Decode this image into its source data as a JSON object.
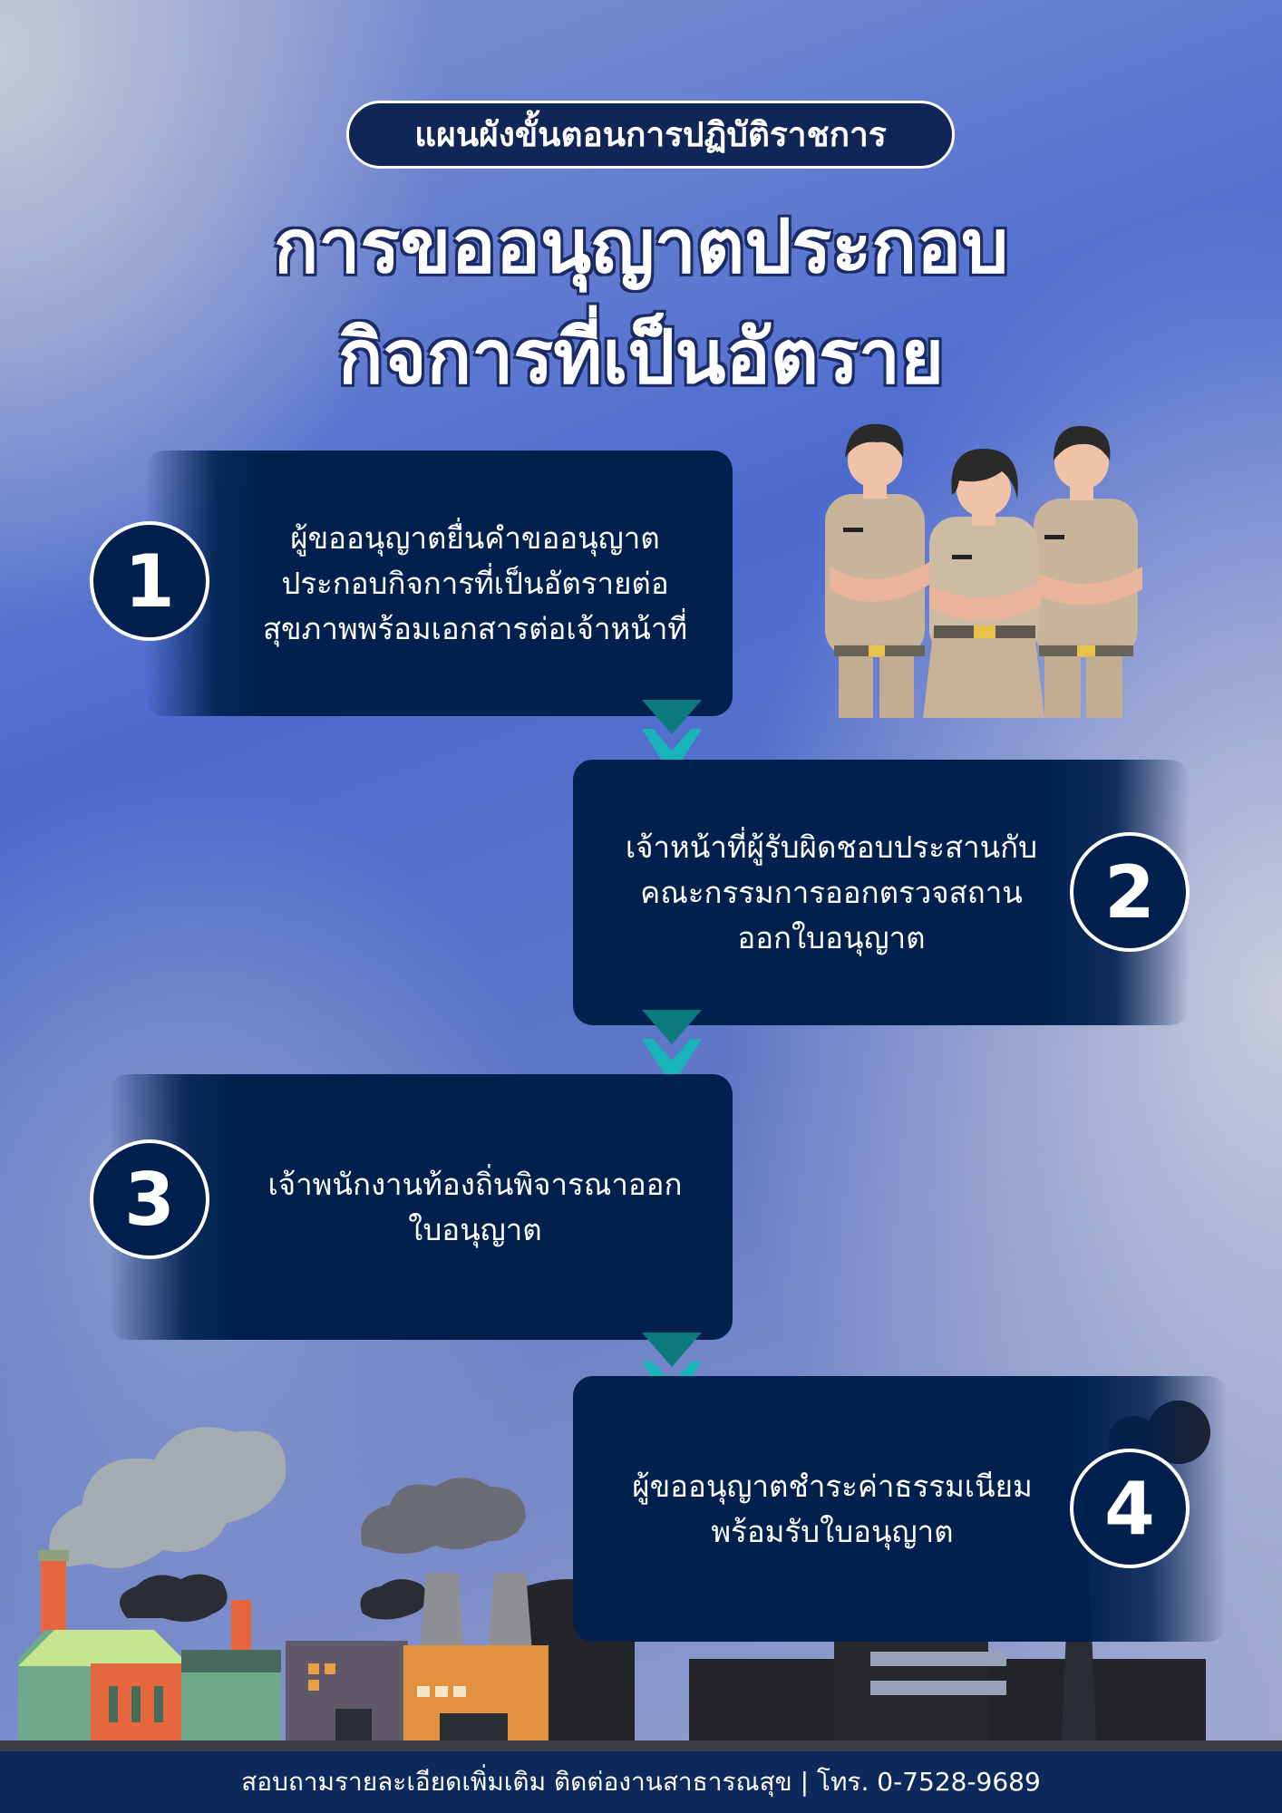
{
  "header": {
    "subtitle": "แผนผังขั้นตอนการปฏิบัติราชการ",
    "title_line1": "การขออนุญาตประกอบ",
    "title_line2": "กิจการที่เป็นอัตราย"
  },
  "steps": [
    {
      "number": "1",
      "lines": [
        "ผู้ขออนุญาตยื่นคำขออนุญาต",
        "ประกอบกิจการที่เป็นอัตรายต่อ",
        "สุขภาพพร้อมเอกสารต่อเจ้าหน้าที่"
      ]
    },
    {
      "number": "2",
      "lines": [
        "เจ้าหน้าที่ผู้รับผิดชอบประสานกับ",
        "คณะกรรมการออกตรวจสถาน",
        "ออกใบอนุญาต"
      ]
    },
    {
      "number": "3",
      "lines": [
        "เจ้าพนักงานท้องถิ่นพิจารณาออก",
        "ใบอนุญาต"
      ]
    },
    {
      "number": "4",
      "lines": [
        "ผู้ขออนุญาตชำระค่าธรรมเนียม",
        "พร้อมรับใบอนุญาต"
      ]
    }
  ],
  "footer": {
    "text": "สอบถามรายละเอียดเพิ่มเติม ติดต่องานสาธารณสุข | โทร. 0-7528-9689"
  },
  "colors": {
    "card": "#01204e",
    "arrow_dark": "#0c7b7e",
    "arrow_light": "#19b4b9",
    "footer": "#0e2a5c"
  },
  "illustrations": [
    "officials-illustration",
    "factory-skyline-illustration"
  ]
}
